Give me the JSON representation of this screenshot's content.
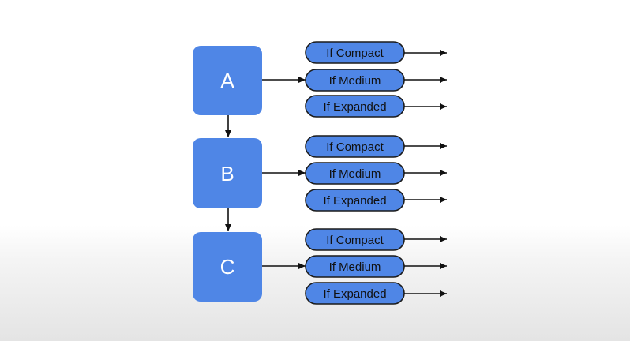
{
  "colors": {
    "node_fill": "#4f86e6",
    "pill_fill": "#4f86e6",
    "node_text": "#ffffff",
    "pill_text": "#111111",
    "edge": "#111111"
  },
  "nodes": [
    {
      "id": "a",
      "label": "A",
      "options": [
        "If Compact",
        "If Medium",
        "If Expanded"
      ]
    },
    {
      "id": "b",
      "label": "B",
      "options": [
        "If Compact",
        "If Medium",
        "If Expanded"
      ]
    },
    {
      "id": "c",
      "label": "C",
      "options": [
        "If Compact",
        "If Medium",
        "If Expanded"
      ]
    }
  ]
}
